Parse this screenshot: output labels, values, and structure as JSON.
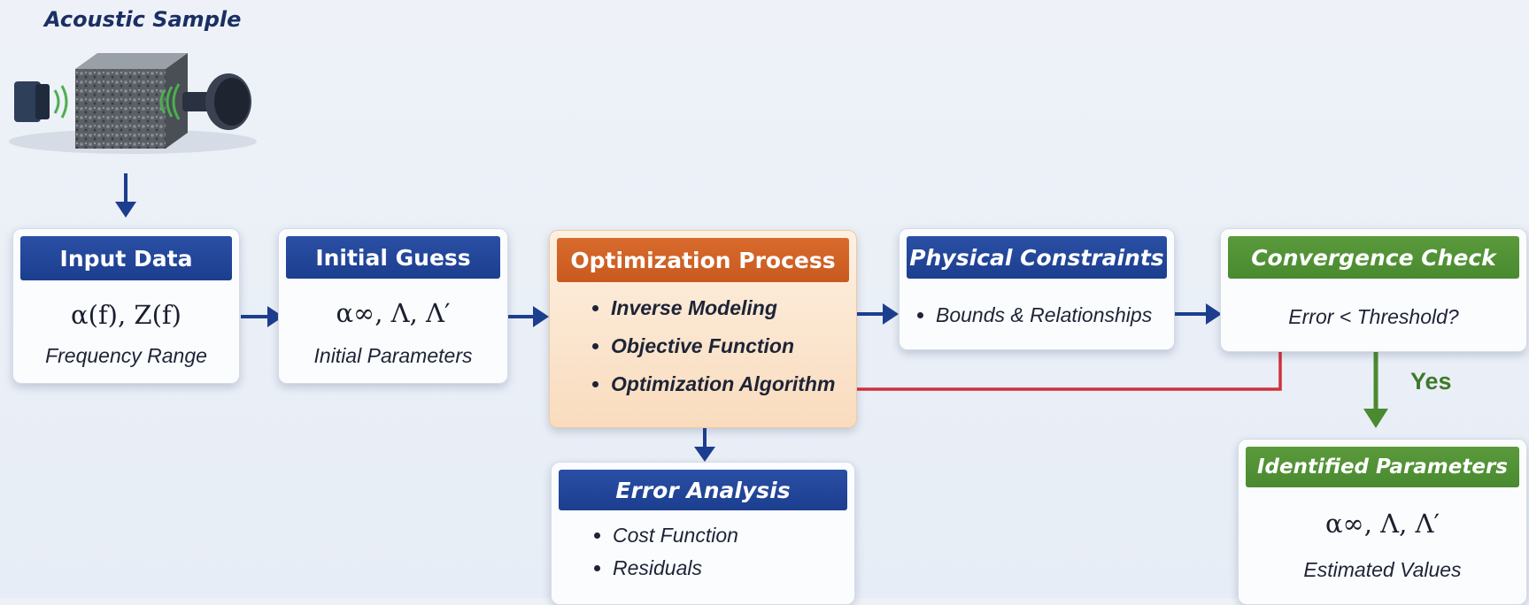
{
  "sample": {
    "title": "Acoustic Sample"
  },
  "input_data": {
    "title": "Input Data",
    "formula": "α(f), Z(f)",
    "caption": "Frequency Range"
  },
  "initial_guess": {
    "title": "Initial Guess",
    "formula": "α∞, Λ, Λ′",
    "caption": "Initial Parameters"
  },
  "optimization": {
    "title": "Optimization Process",
    "items": [
      "Inverse Modeling",
      "Objective Function",
      "Optimization Algorithm"
    ]
  },
  "constraints": {
    "title": "Physical Constraints",
    "items": [
      "Bounds & Relationships"
    ]
  },
  "convergence": {
    "title": "Convergence Check",
    "caption": "Error < Threshold?"
  },
  "error_analysis": {
    "title": "Error Analysis",
    "items": [
      "Cost Function",
      "Residuals"
    ]
  },
  "identified": {
    "title": "Identified Parameters",
    "formula": "α∞, Λ, Λ′",
    "caption": "Estimated Values"
  },
  "yes_label": "Yes",
  "colors": {
    "blue": "#1c3e8f",
    "orange": "#c85a20",
    "green": "#4a8a30",
    "red": "#d0303a",
    "arrow": "#1c3e8f"
  }
}
